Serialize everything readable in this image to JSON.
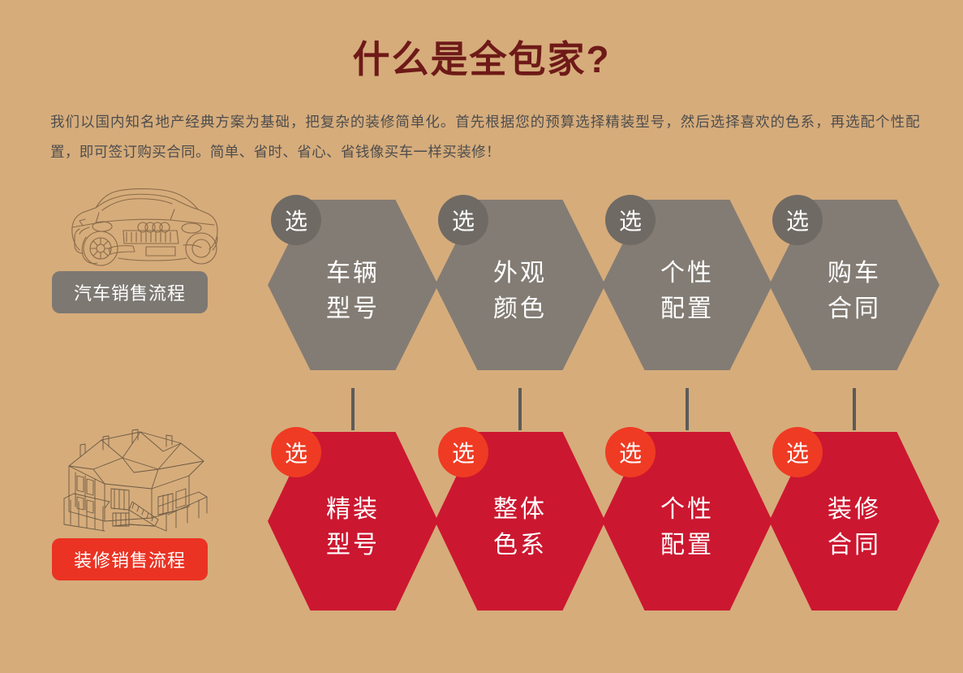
{
  "page": {
    "background_color": "#d6ac7b",
    "title": "什么是全包家?",
    "title_color": "#6e1a18",
    "intro": "我们以国内知名地产经典方案为基础，把复杂的装修简单化。首先根据您的预算选择精装型号，然后选择喜欢的色系，再选配个性配置，即可签订购买合同。简单、省时、省心、省钱像买车一样买装修！"
  },
  "legend": {
    "car": {
      "illustration": "car-line-art-icon",
      "pill_label": "汽车销售流程",
      "pill_color": "#7d7872"
    },
    "house": {
      "illustration": "house-line-art-icon",
      "pill_label": "装修销售流程",
      "pill_color": "#ea3323"
    }
  },
  "flows": {
    "car_flow": {
      "name": "汽车销售流程",
      "hex_color": "#837c74",
      "badge_color": "#6f6a64",
      "steps": [
        {
          "badge": "选",
          "line1": "车辆",
          "line2": "型号"
        },
        {
          "badge": "选",
          "line1": "外观",
          "line2": "颜色"
        },
        {
          "badge": "选",
          "line1": "个性",
          "line2": "配置"
        },
        {
          "badge": "选",
          "line1": "购车",
          "line2": "合同"
        }
      ]
    },
    "decoration_flow": {
      "name": "装修销售流程",
      "hex_color": "#cc1730",
      "badge_color": "#ef3b23",
      "steps": [
        {
          "badge": "选",
          "line1": "精装",
          "line2": "型号"
        },
        {
          "badge": "选",
          "line1": "整体",
          "line2": "色系"
        },
        {
          "badge": "选",
          "line1": "个性",
          "line2": "配置"
        },
        {
          "badge": "选",
          "line1": "装修",
          "line2": "合同"
        }
      ]
    }
  },
  "connectors": {
    "color": "#5c5b5a",
    "count": 4
  }
}
